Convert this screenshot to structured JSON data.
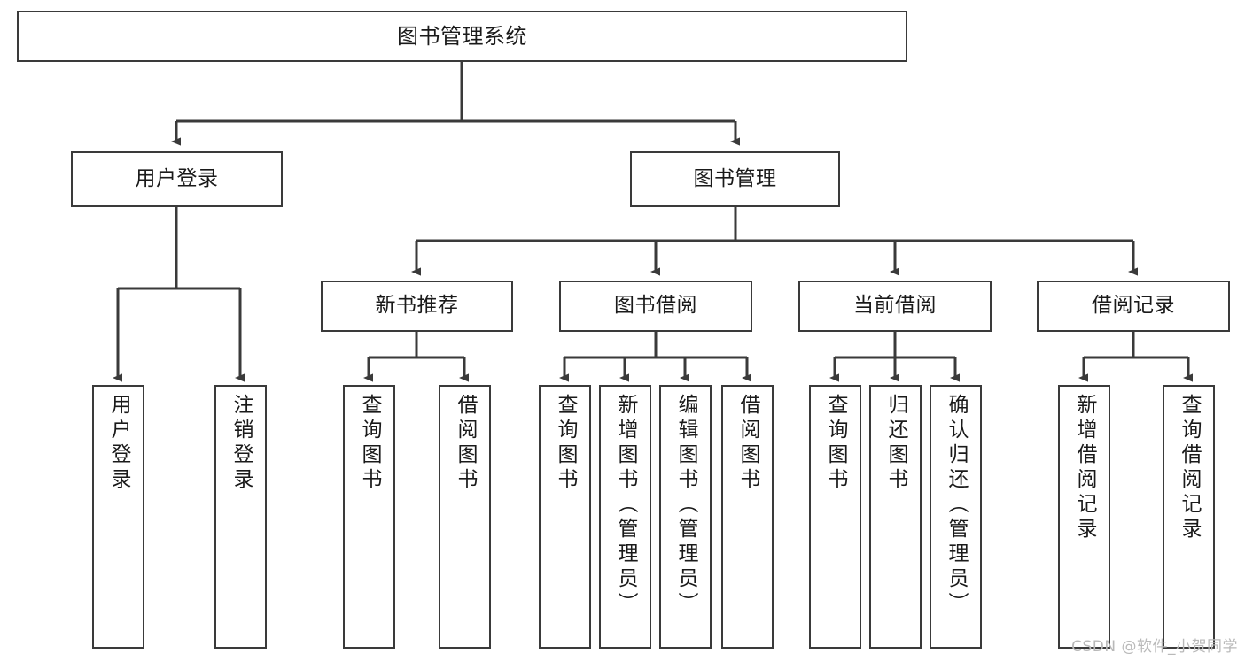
{
  "diagram": {
    "title": "图书管理系统",
    "watermark": "CSDN @软件_小贺同学",
    "line_color": "#3a3a3a",
    "box_fill": "#ffffff",
    "text_color": "#1a1a1a",
    "watermark_color": "#b9b9b9"
  },
  "nodes": {
    "root": {
      "label": "图书管理系统"
    },
    "level1": [
      {
        "id": "user-login",
        "label": "用户登录"
      },
      {
        "id": "book-manage",
        "label": "图书管理"
      }
    ],
    "level2": [
      {
        "id": "new-book-recommend",
        "label": "新书推荐"
      },
      {
        "id": "book-borrow",
        "label": "图书借阅"
      },
      {
        "id": "current-borrow",
        "label": "当前借阅"
      },
      {
        "id": "borrow-record",
        "label": "借阅记录"
      }
    ],
    "leaves": {
      "user_login": [
        {
          "id": "leaf-user-login",
          "label": "用户登录"
        },
        {
          "id": "leaf-logout",
          "label": "注销登录"
        }
      ],
      "new_book_recommend": [
        {
          "id": "leaf-query-book-1",
          "label": "查询图书"
        },
        {
          "id": "leaf-borrow-book-1",
          "label": "借阅图书"
        }
      ],
      "book_borrow": [
        {
          "id": "leaf-query-book-2",
          "label": "查询图书"
        },
        {
          "id": "leaf-add-book",
          "label": "新增图书（管理员）"
        },
        {
          "id": "leaf-edit-book",
          "label": "编辑图书（管理员）"
        },
        {
          "id": "leaf-borrow-book-2",
          "label": "借阅图书"
        }
      ],
      "current_borrow": [
        {
          "id": "leaf-query-book-3",
          "label": "查询图书"
        },
        {
          "id": "leaf-return-book",
          "label": "归还图书"
        },
        {
          "id": "leaf-confirm-return",
          "label": "确认归还（管理员）"
        }
      ],
      "borrow_record": [
        {
          "id": "leaf-add-record",
          "label": "新增借阅记录"
        },
        {
          "id": "leaf-query-record",
          "label": "查询借阅记录"
        }
      ]
    }
  }
}
